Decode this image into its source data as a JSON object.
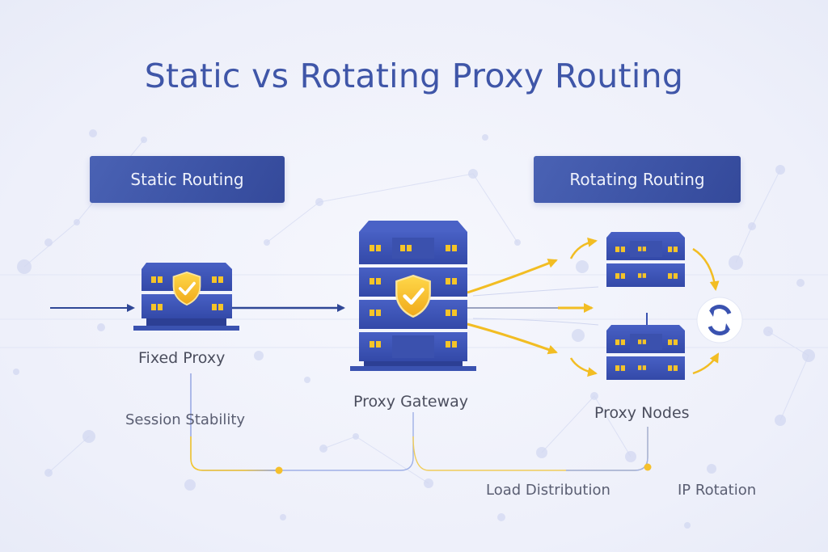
{
  "title": "Static vs Rotating Proxy Routing",
  "sections": {
    "static": {
      "label": "Static Routing"
    },
    "rotating": {
      "label": "Rotating Routing"
    }
  },
  "nodes": {
    "fixed_proxy": {
      "label": "Fixed Proxy",
      "icon": "server-shield-icon"
    },
    "gateway": {
      "label": "Proxy Gateway",
      "icon": "server-rack-shield-icon"
    },
    "proxy_nodes": {
      "label": "Proxy Nodes",
      "icon": "server-icon"
    },
    "rotation": {
      "icon": "rotate-arrows-icon"
    }
  },
  "annotations": {
    "session_stability": "Session Stability",
    "load_distribution": "Load Distribution",
    "ip_rotation": "IP Rotation"
  },
  "colors": {
    "primary": "#3f56a8",
    "server": "#3a52b0",
    "server_dark": "#2c3f94",
    "accent": "#f5c02c",
    "background": "#eef0fa"
  }
}
